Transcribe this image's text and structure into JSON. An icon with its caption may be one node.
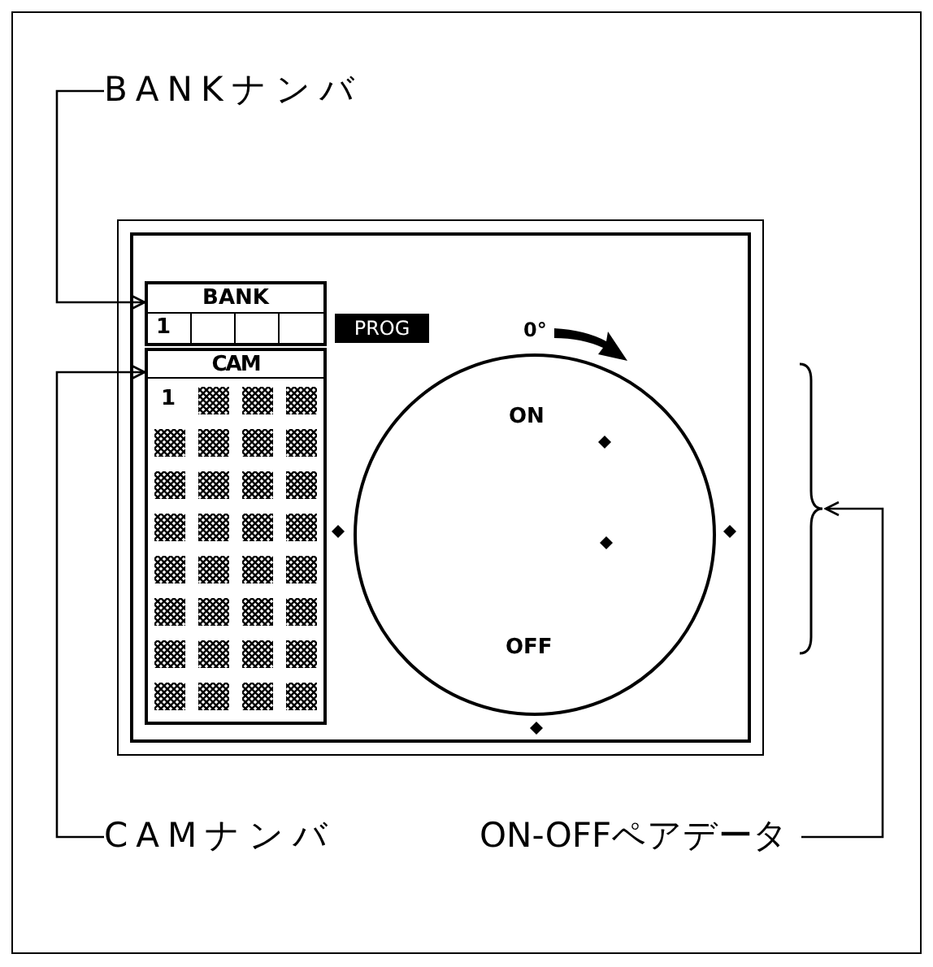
{
  "diagram": {
    "nodes": [
      {
        "text": [
          "BANKナンバ"
        ]
      },
      {
        "text": [
          "CAMナンバ"
        ]
      },
      {
        "text": [
          "ON-OFFペアデータ"
        ]
      },
      {
        "text": [],
        "shape": "box"
      },
      {
        "text": [
          "BANK",
          "1"
        ],
        "in": 3
      },
      {
        "text": [
          "CAM",
          "1"
        ],
        "in": 3
      },
      {
        "text": [
          "PROG"
        ],
        "in": 3
      },
      {
        "text": [
          "ON",
          "OFF"
        ],
        "in": 3
      },
      {
        "text": [],
        "shape": "brace"
      }
    ],
    "edges": [
      {
        "from": 0,
        "to": 4,
        "arrow": "to"
      },
      {
        "from": 1,
        "to": 5,
        "arrow": "to"
      },
      {
        "from": 2,
        "to": 8,
        "arrow": "to"
      }
    ],
    "labels": [
      "0°"
    ]
  }
}
